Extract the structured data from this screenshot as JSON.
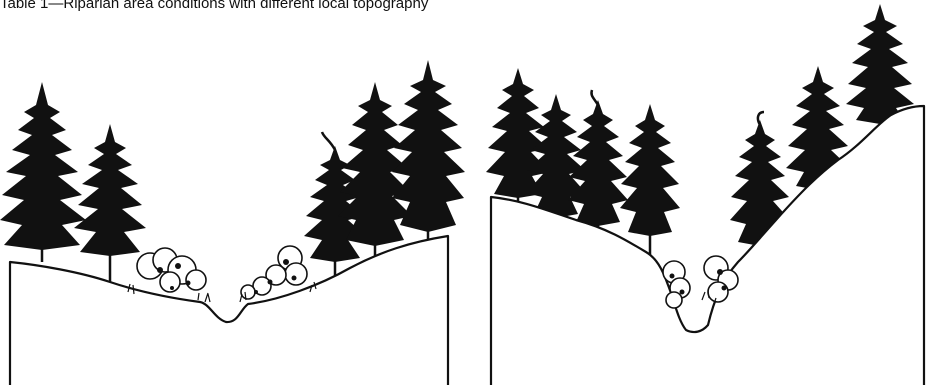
{
  "caption": "Table 1—Riparian area conditions with different local topography",
  "panels": [
    {
      "scene": "wide valley with shallow stream channel, conifers on slopes, shrubs along banks"
    },
    {
      "scene": "steep V-shaped valley with incised stream channel, conifers on slopes, shrubs along channel"
    }
  ],
  "colors": {
    "ink": "#111111",
    "paper": "#ffffff"
  }
}
